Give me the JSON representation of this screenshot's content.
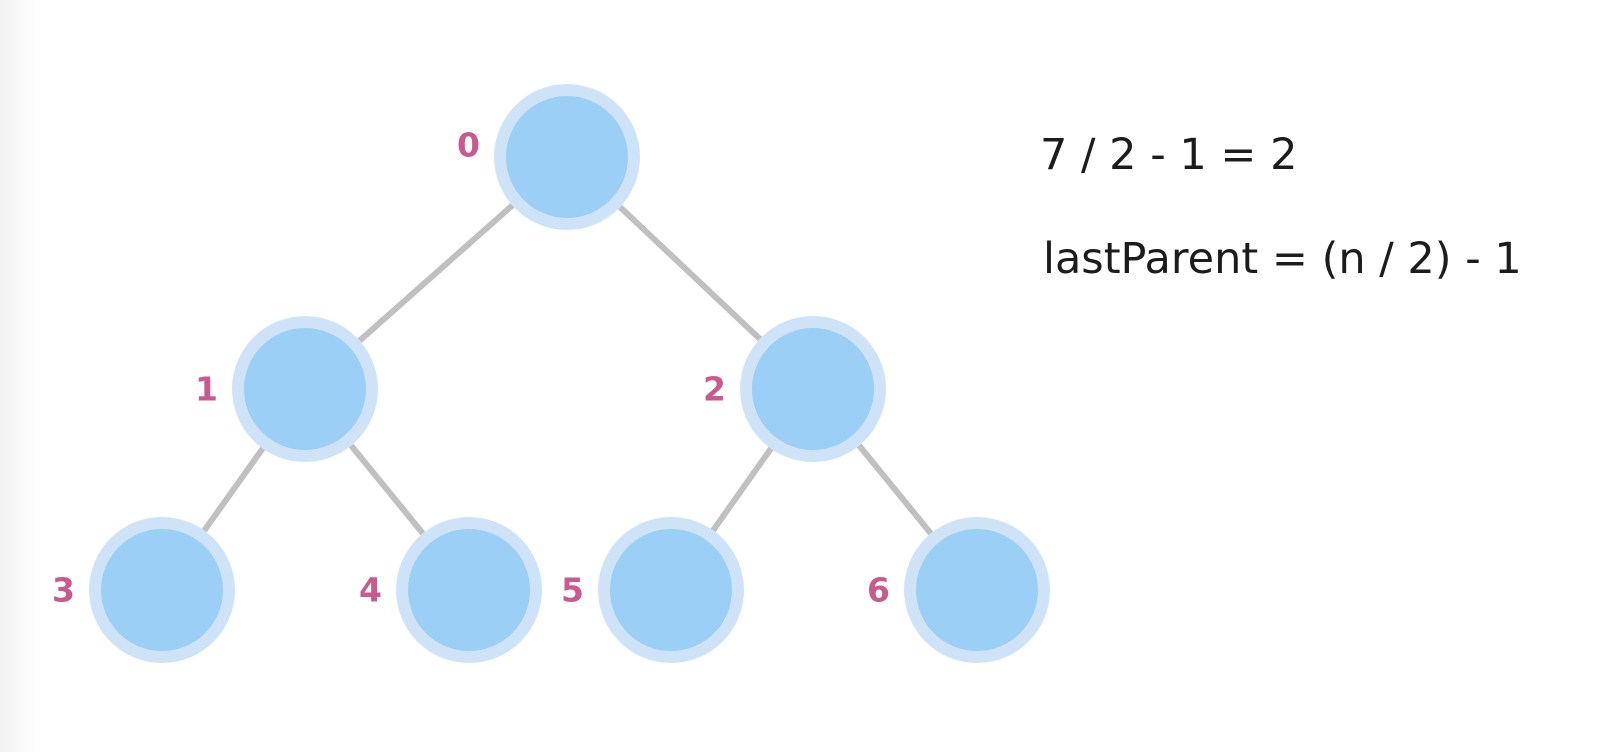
{
  "diagram": {
    "type": "binary-heap-tree",
    "nodes": [
      {
        "index": "0"
      },
      {
        "index": "1",
        "parent": "0"
      },
      {
        "index": "2",
        "parent": "0"
      },
      {
        "index": "3",
        "parent": "1"
      },
      {
        "index": "4",
        "parent": "1"
      },
      {
        "index": "5",
        "parent": "2"
      },
      {
        "index": "6",
        "parent": "2"
      }
    ],
    "colors": {
      "node_fill": "#9bcff5",
      "node_ring": "#cfe3f8",
      "edge": "#c0c0c0",
      "index_label": "#c95a8e",
      "text": "#1c1c1c"
    }
  },
  "formulas": {
    "calculation": "7 / 2 - 1 = 2",
    "rule": "lastParent = (n / 2) - 1"
  }
}
